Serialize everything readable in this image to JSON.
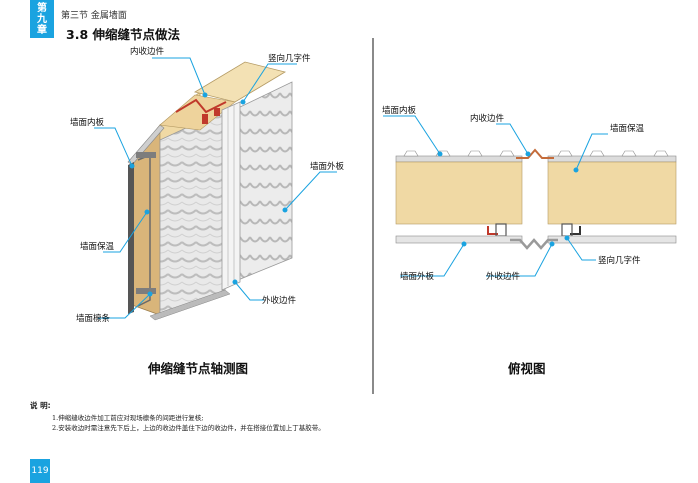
{
  "header": {
    "chapter_line1": "第",
    "chapter_line2": "九",
    "chapter_line3": "章",
    "section_label": "第三节  金属墙面",
    "section_title": "3.8  伸缩缝节点做法"
  },
  "axonometric": {
    "caption": "伸缩缝节点轴测图",
    "labels": {
      "inner_edge_trim": "内收边件",
      "vertical_channel": "竖向几字件",
      "wall_inner_panel": "墙面内板",
      "wall_outer_panel": "墙面外板",
      "wall_insulation": "墙面保温",
      "outer_edge_trim": "外收边件",
      "wall_purlin": "墙面檩条"
    }
  },
  "plan_view": {
    "caption": "俯视图",
    "labels": {
      "wall_inner_panel": "墙面内板",
      "inner_edge_trim": "内收边件",
      "wall_insulation": "墙面保温",
      "wall_outer_panel": "墙面外板",
      "outer_edge_trim": "外收边件",
      "vertical_channel": "竖向几字件"
    }
  },
  "notes": {
    "title": "说  明:",
    "items": [
      "1.伸缩缝收边件加工前应对现场檩条的间距进行复核;",
      "2.安装收边时需注意先下后上，上边的收边件盖住下边的收边件，并在搭接位置加上丁基胶带。"
    ]
  },
  "page_number": "119",
  "colors": {
    "accent": "#1aa3e0",
    "insulation": "#f0d9a4",
    "callout_line": "#1aa3e0",
    "trim_red": "#c0392b"
  }
}
